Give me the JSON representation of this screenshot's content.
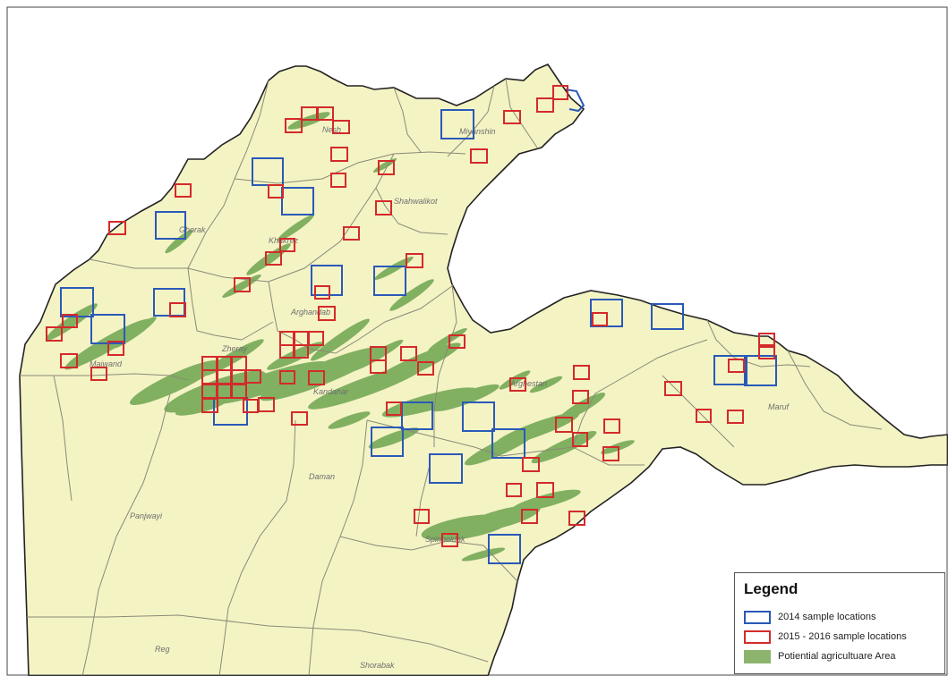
{
  "colors": {
    "land": "#f4f3c4",
    "outside": "#ffffff",
    "agriculture": "#77ab59",
    "boundary": "#222222",
    "district_line": "#8a8a78",
    "sample_2014": "#2a59b8",
    "sample_2015_2016": "#d42a2a"
  },
  "legend": {
    "title": "Legend",
    "items": [
      {
        "label": "2014 sample locations",
        "swatch": "blue-outline"
      },
      {
        "label": "2015 - 2016 sample locations",
        "swatch": "red-outline"
      },
      {
        "label": "Potiential agricultuare Area",
        "swatch": "green-fill"
      }
    ]
  },
  "districts": [
    {
      "name": "Nesh"
    },
    {
      "name": "Miyanshin"
    },
    {
      "name": "Ghorak"
    },
    {
      "name": "Khakrez"
    },
    {
      "name": "Shahwalikot"
    },
    {
      "name": "Arghandab"
    },
    {
      "name": "Zheray"
    },
    {
      "name": "Maiwand"
    },
    {
      "name": "Kandahar"
    },
    {
      "name": "Arghestan"
    },
    {
      "name": "Maruf"
    },
    {
      "name": "Daman"
    },
    {
      "name": "Panjwayi"
    },
    {
      "name": "Spinboldak"
    },
    {
      "name": "Reg"
    },
    {
      "name": "Shorabak"
    }
  ]
}
